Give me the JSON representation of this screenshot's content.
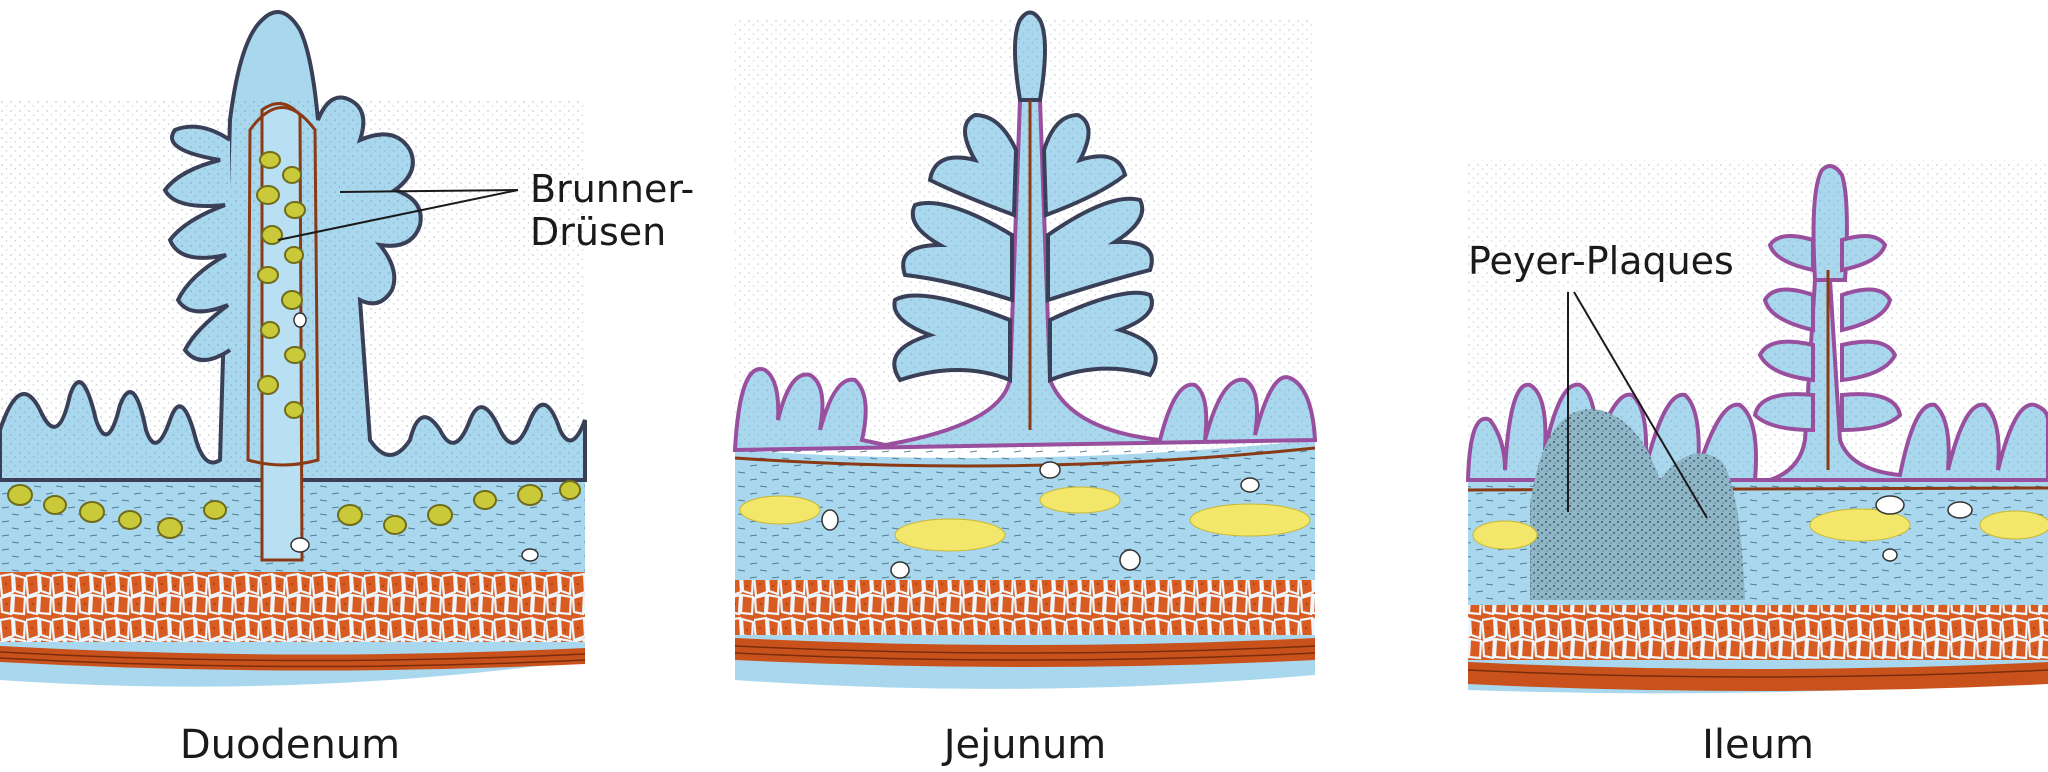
{
  "panels": [
    {
      "id": "duodenum",
      "caption": "Duodenum"
    },
    {
      "id": "jejunum",
      "caption": "Jejunum"
    },
    {
      "id": "ileum",
      "caption": "Ileum"
    }
  ],
  "annotations": {
    "brunner_line1": "Brunner-",
    "brunner_line2": "Drüsen",
    "peyer": "Peyer-Plaques"
  },
  "colors": {
    "mucosa_blue": "#a9d8ee",
    "epithelium_dark": "#3a3f58",
    "epithelium_purple": "#9a4f9e",
    "muscularis_orange": "#d35a20",
    "muscle_line": "#8a3a14",
    "brunner_yellow": "#c9c93a",
    "fat_yellow": "#f2e76a",
    "lymph_gray": "#7f9fae"
  }
}
